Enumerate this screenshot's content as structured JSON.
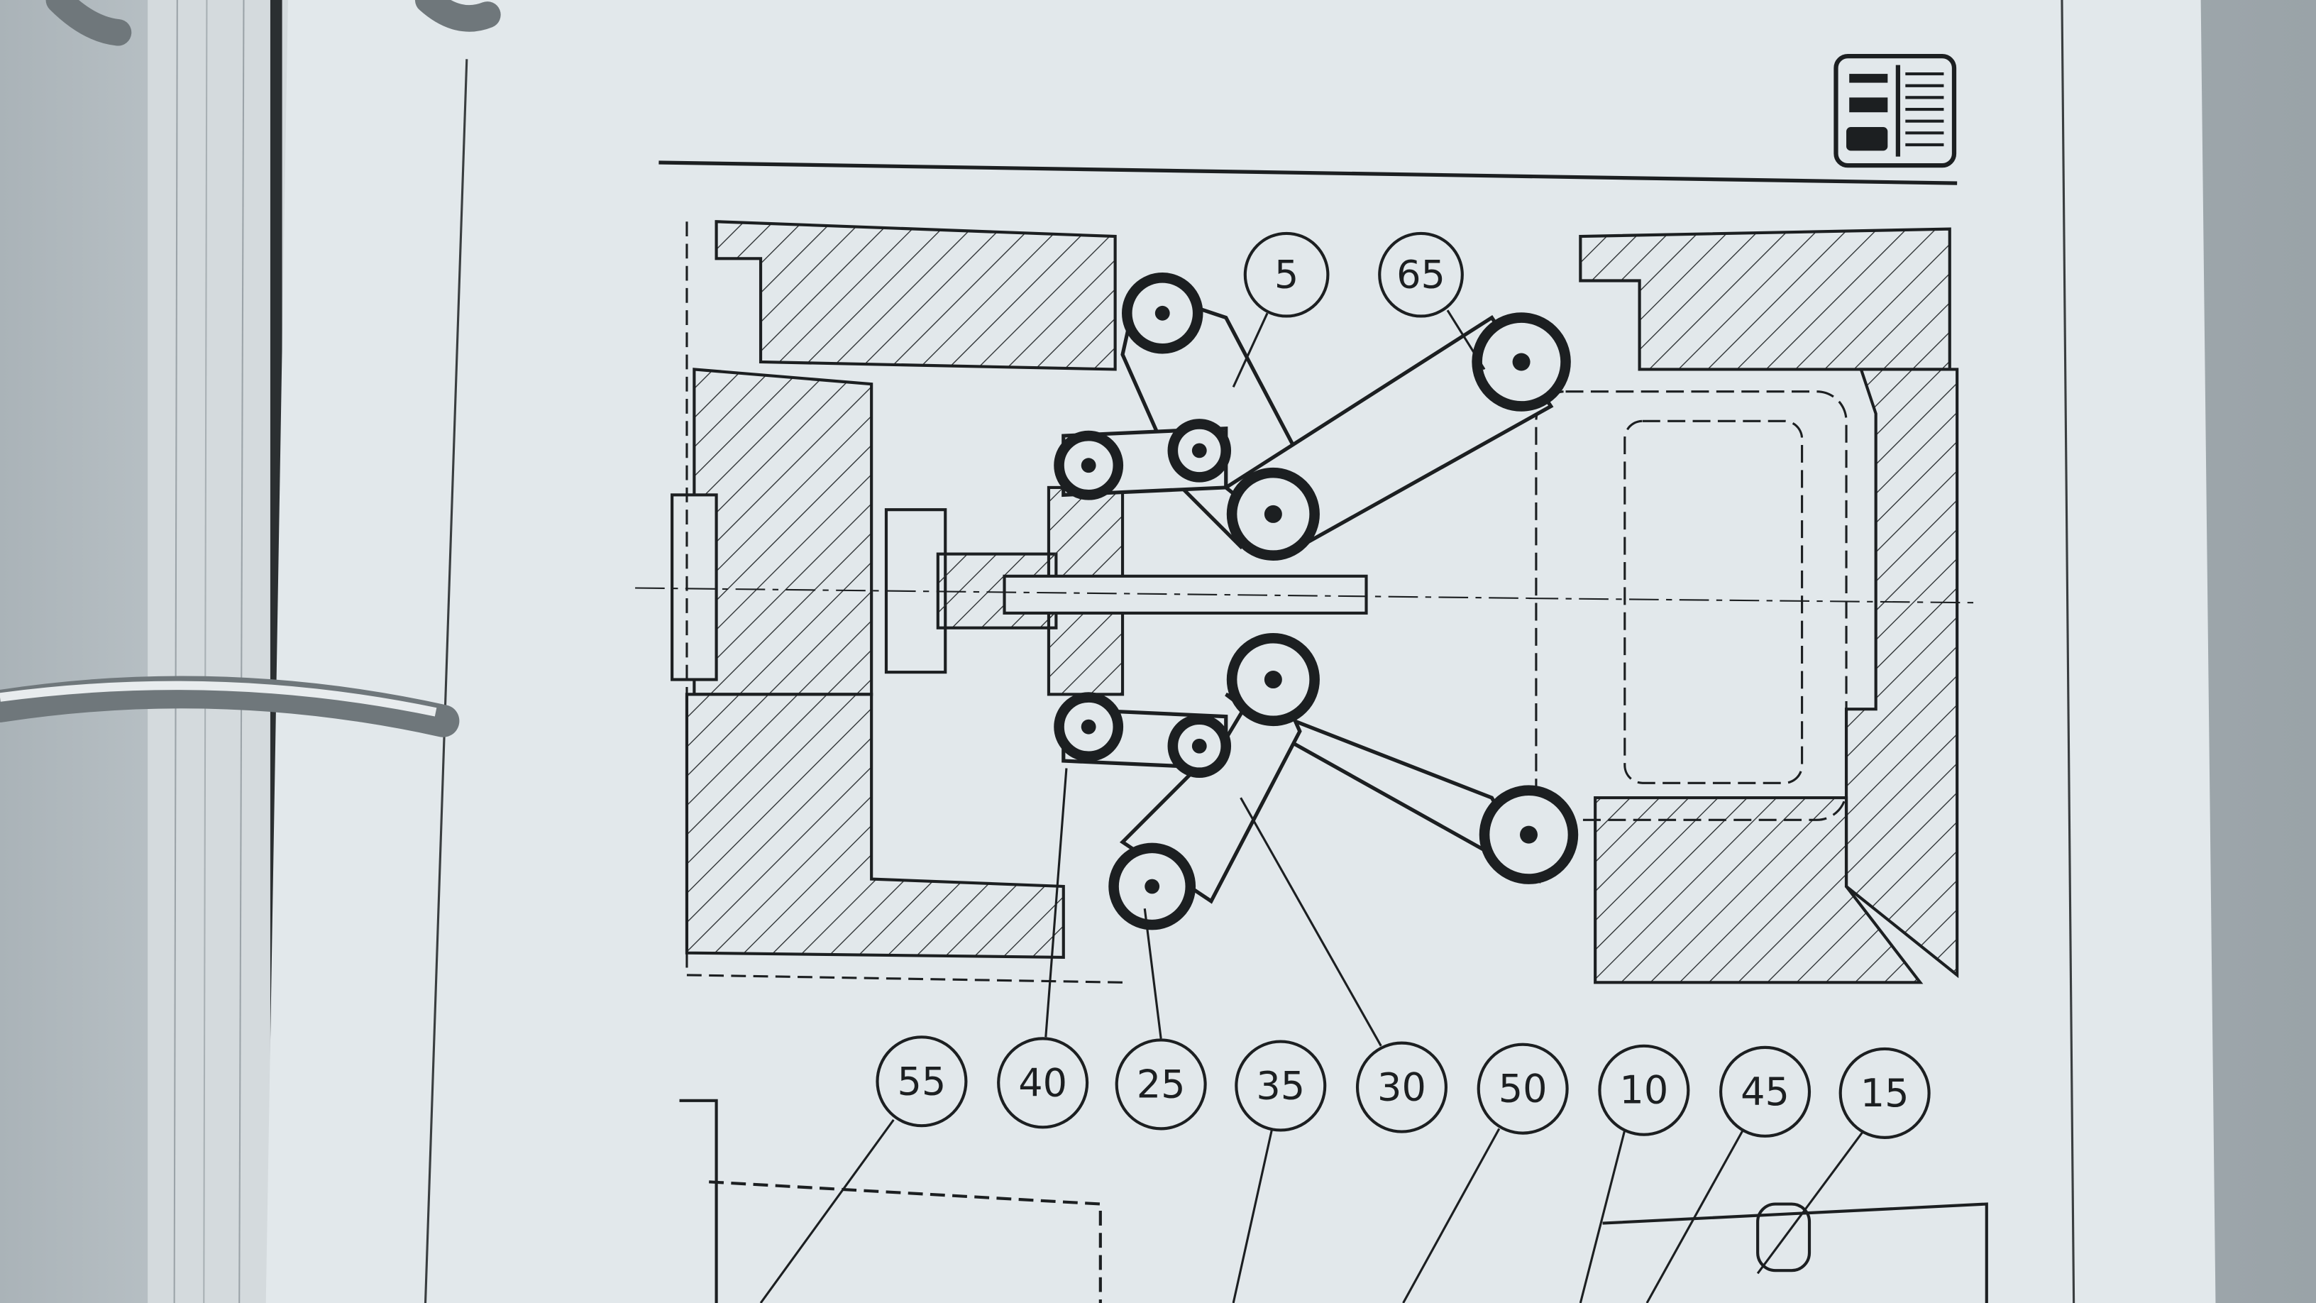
{
  "document": {
    "header_icon": "machine-parts-list-icon",
    "callouts_top": [
      "5",
      "65"
    ],
    "callouts_bottom": [
      "55",
      "40",
      "25",
      "35",
      "30",
      "50",
      "10",
      "45",
      "15"
    ]
  },
  "colors": {
    "paper": "#dfe5e8",
    "ink": "#1c1f21",
    "binder_pages": "#c9cfd3"
  }
}
